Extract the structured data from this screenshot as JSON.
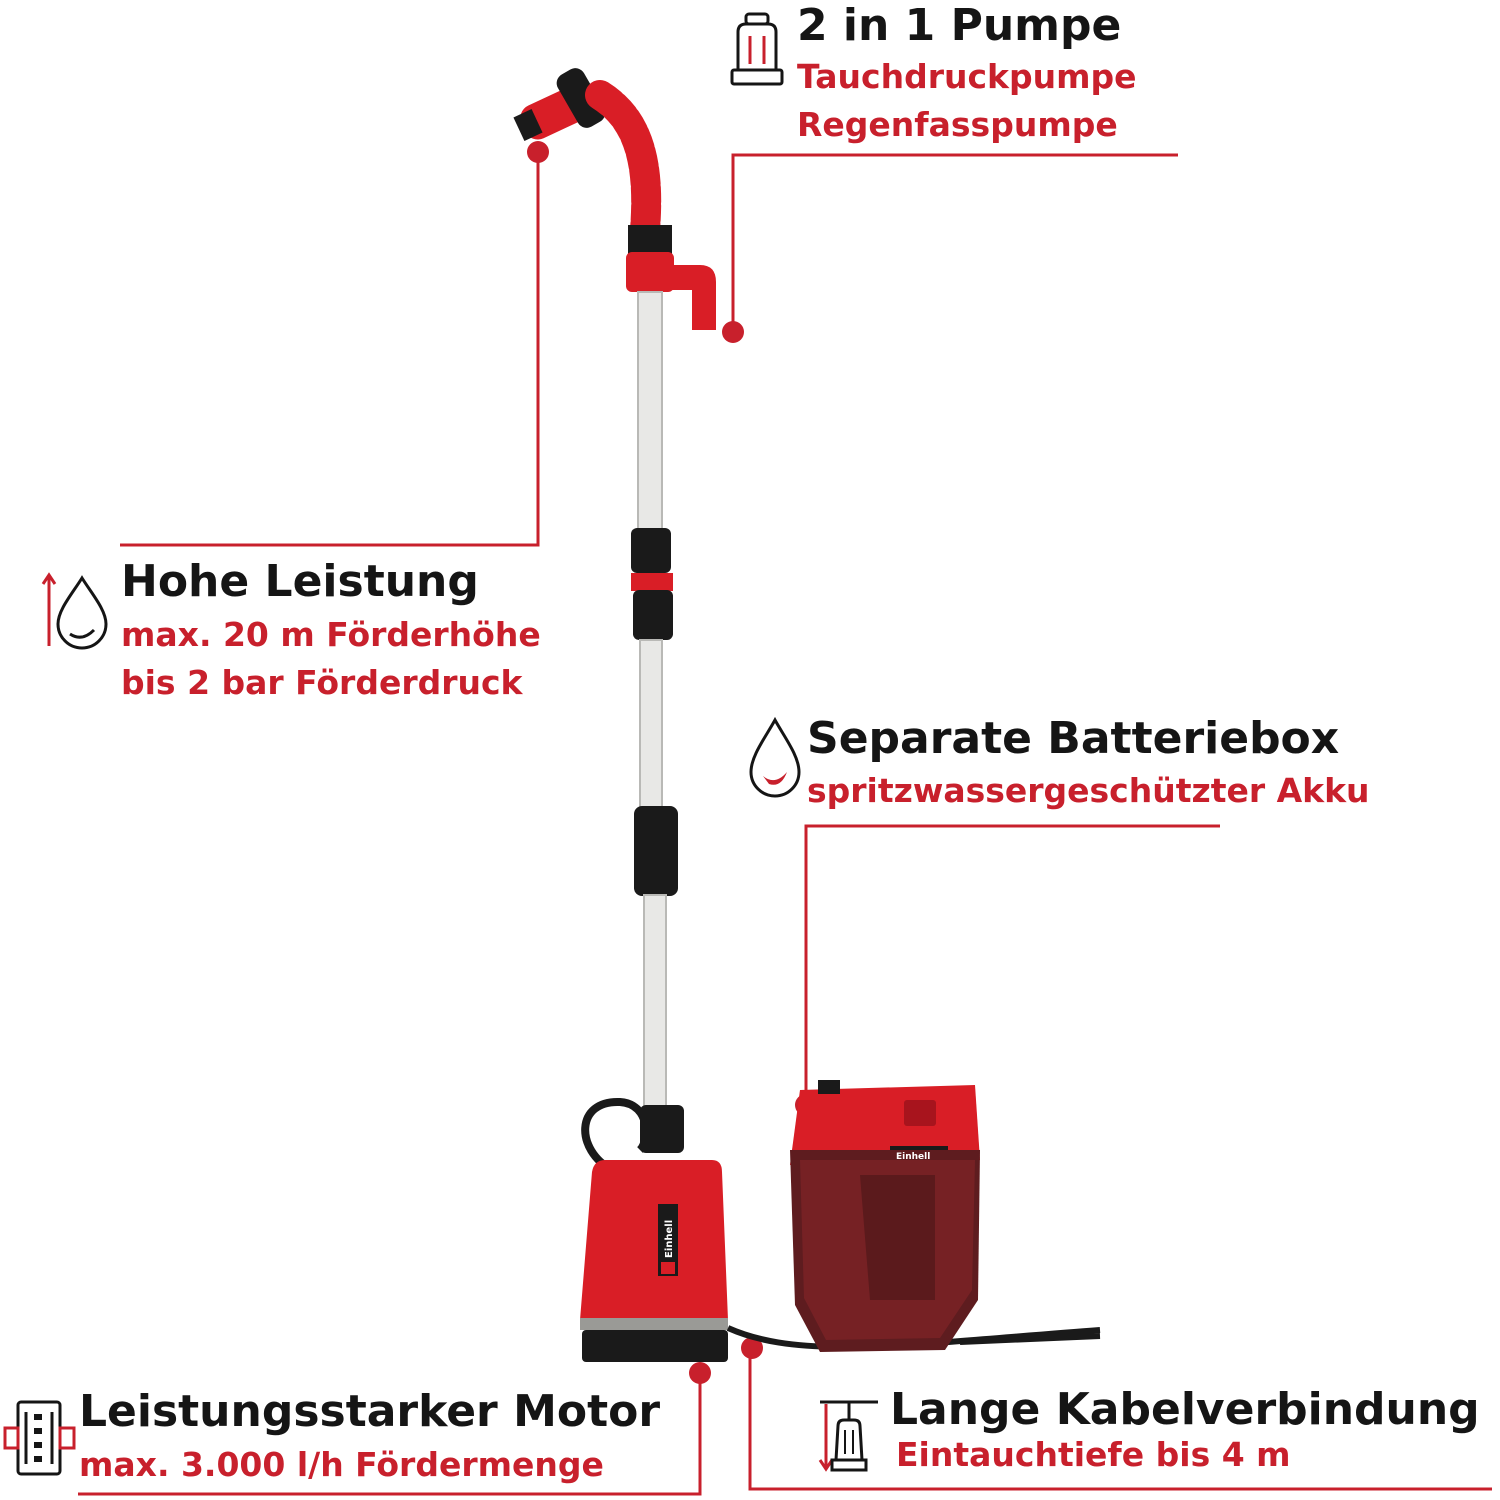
{
  "colors": {
    "accent": "#c8202c",
    "text": "#151515",
    "product_red": "#d91e26",
    "product_black": "#1a1a1a"
  },
  "features": {
    "pump": {
      "title": "2 in 1 Pumpe",
      "lines": [
        "Tauchdruckpumpe",
        "Regenfasspumpe"
      ],
      "icon": "pump-icon"
    },
    "power": {
      "title": "Hohe Leistung",
      "lines": [
        "max. 20 m Förderhöhe",
        "bis 2 bar Förderdruck"
      ],
      "icon": "water-drop-icon"
    },
    "battery": {
      "title": "Separate Batteriebox",
      "lines": [
        "spritzwassergeschützter Akku"
      ],
      "icon": "water-drop-icon"
    },
    "motor": {
      "title": "Leistungsstarker Motor",
      "lines": [
        "max. 3.000 l/h Fördermenge"
      ],
      "icon": "motor-icon"
    },
    "cable": {
      "title": "Lange Kabelverbindung",
      "lines": [
        "Eintauchtiefe bis 4 m"
      ],
      "icon": "submersion-depth-icon"
    }
  },
  "product": {
    "pump_brand": "Einhell",
    "battery_brand": "Einhell"
  }
}
